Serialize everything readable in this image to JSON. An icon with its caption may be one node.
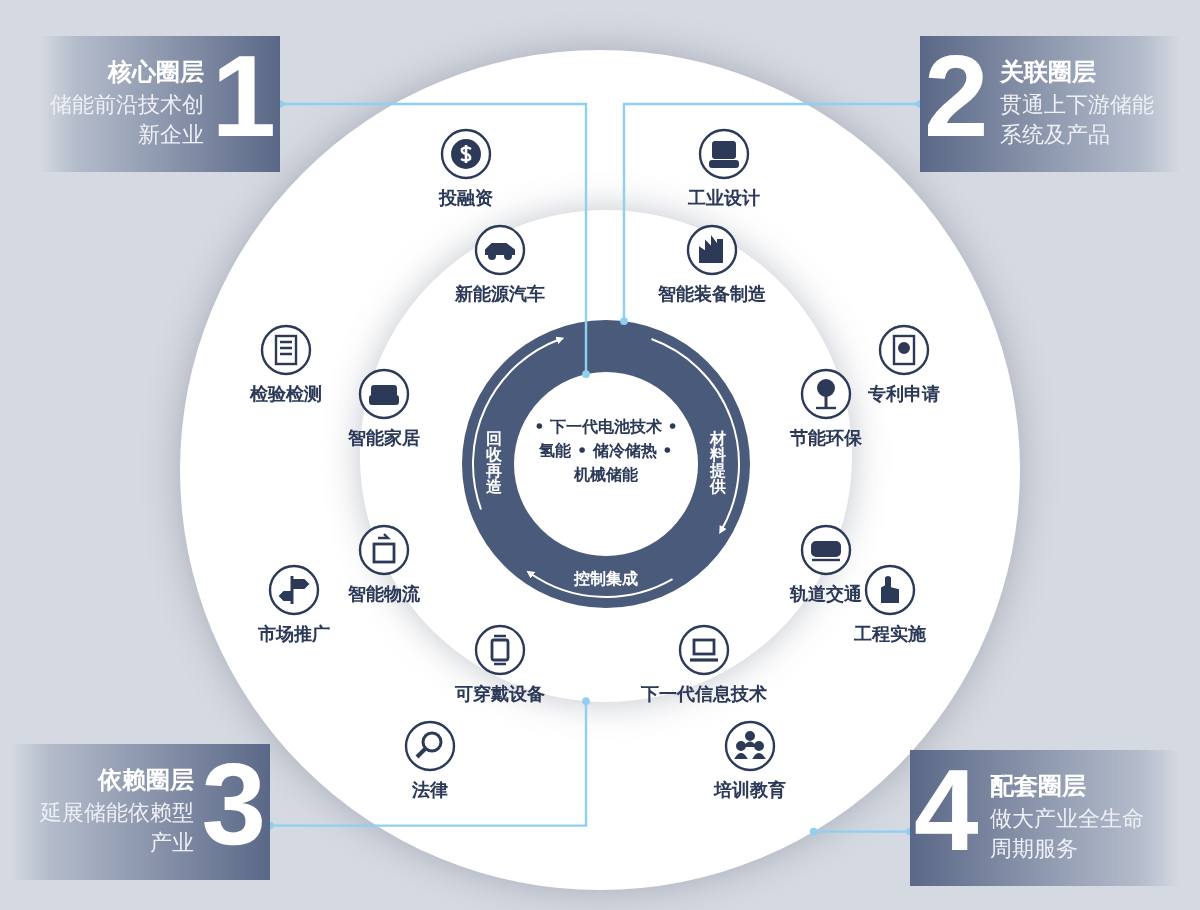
{
  "diagram": {
    "nodes": [
      {
        "text": [
          "核心圈层",
          "储能前沿技术创新企业",
          "1"
        ]
      },
      {
        "text": [
          "2",
          "关联圈层",
          "贯通上下游储能系统及产品"
        ]
      },
      {
        "text": [],
        "shape": "circle"
      },
      {
        "text": [
          "投融资"
        ],
        "in": 2
      },
      {
        "text": [
          "工业设计"
        ],
        "in": 2
      },
      {
        "text": [
          "检验检测"
        ],
        "in": 2
      },
      {
        "text": [
          "专利申请"
        ],
        "in": 2
      },
      {
        "text": [
          "市场推广"
        ],
        "in": 2
      },
      {
        "text": [
          "工程实施"
        ],
        "in": 2
      },
      {
        "text": [
          "法律"
        ],
        "in": 2
      },
      {
        "text": [
          "培训教育"
        ],
        "in": 2
      },
      {
        "text": [],
        "shape": "circle",
        "in": 2
      },
      {
        "text": [
          "新能源汽车"
        ],
        "in": 11
      },
      {
        "text": [
          "智能装备制造"
        ],
        "in": 11
      },
      {
        "text": [
          "智能家居"
        ],
        "in": 11
      },
      {
        "text": [
          "节能环保"
        ],
        "in": 11
      },
      {
        "text": [
          "智能物流"
        ],
        "in": 11
      },
      {
        "text": [
          "轨道交通"
        ],
        "in": 11
      },
      {
        "text": [
          "可穿戴设备"
        ],
        "in": 11
      },
      {
        "text": [
          "下一代信息技术"
        ],
        "in": 11
      },
      {
        "text": [
          "材料提供",
          "控制集成",
          "回收再造"
        ],
        "in": 11
      },
      {
        "text": [
          "• 下一代电池技术 • 氢能 • 储冷储热 • 机械储能"
        ],
        "in": 20
      },
      {
        "text": [
          "依赖圈层",
          "延展储能依赖型产业",
          "3"
        ]
      },
      {
        "text": [
          "4",
          "配套圈层",
          "做大产业全生命周期服务"
        ]
      }
    ],
    "edges": [
      {
        "from": 0,
        "to": 21,
        "arrow": "other"
      },
      {
        "from": 1,
        "to": 20,
        "arrow": "other"
      },
      {
        "from": 22,
        "to": 11,
        "arrow": "other"
      },
      {
        "from": 23,
        "to": 2,
        "arrow": "other"
      }
    ]
  }
}
